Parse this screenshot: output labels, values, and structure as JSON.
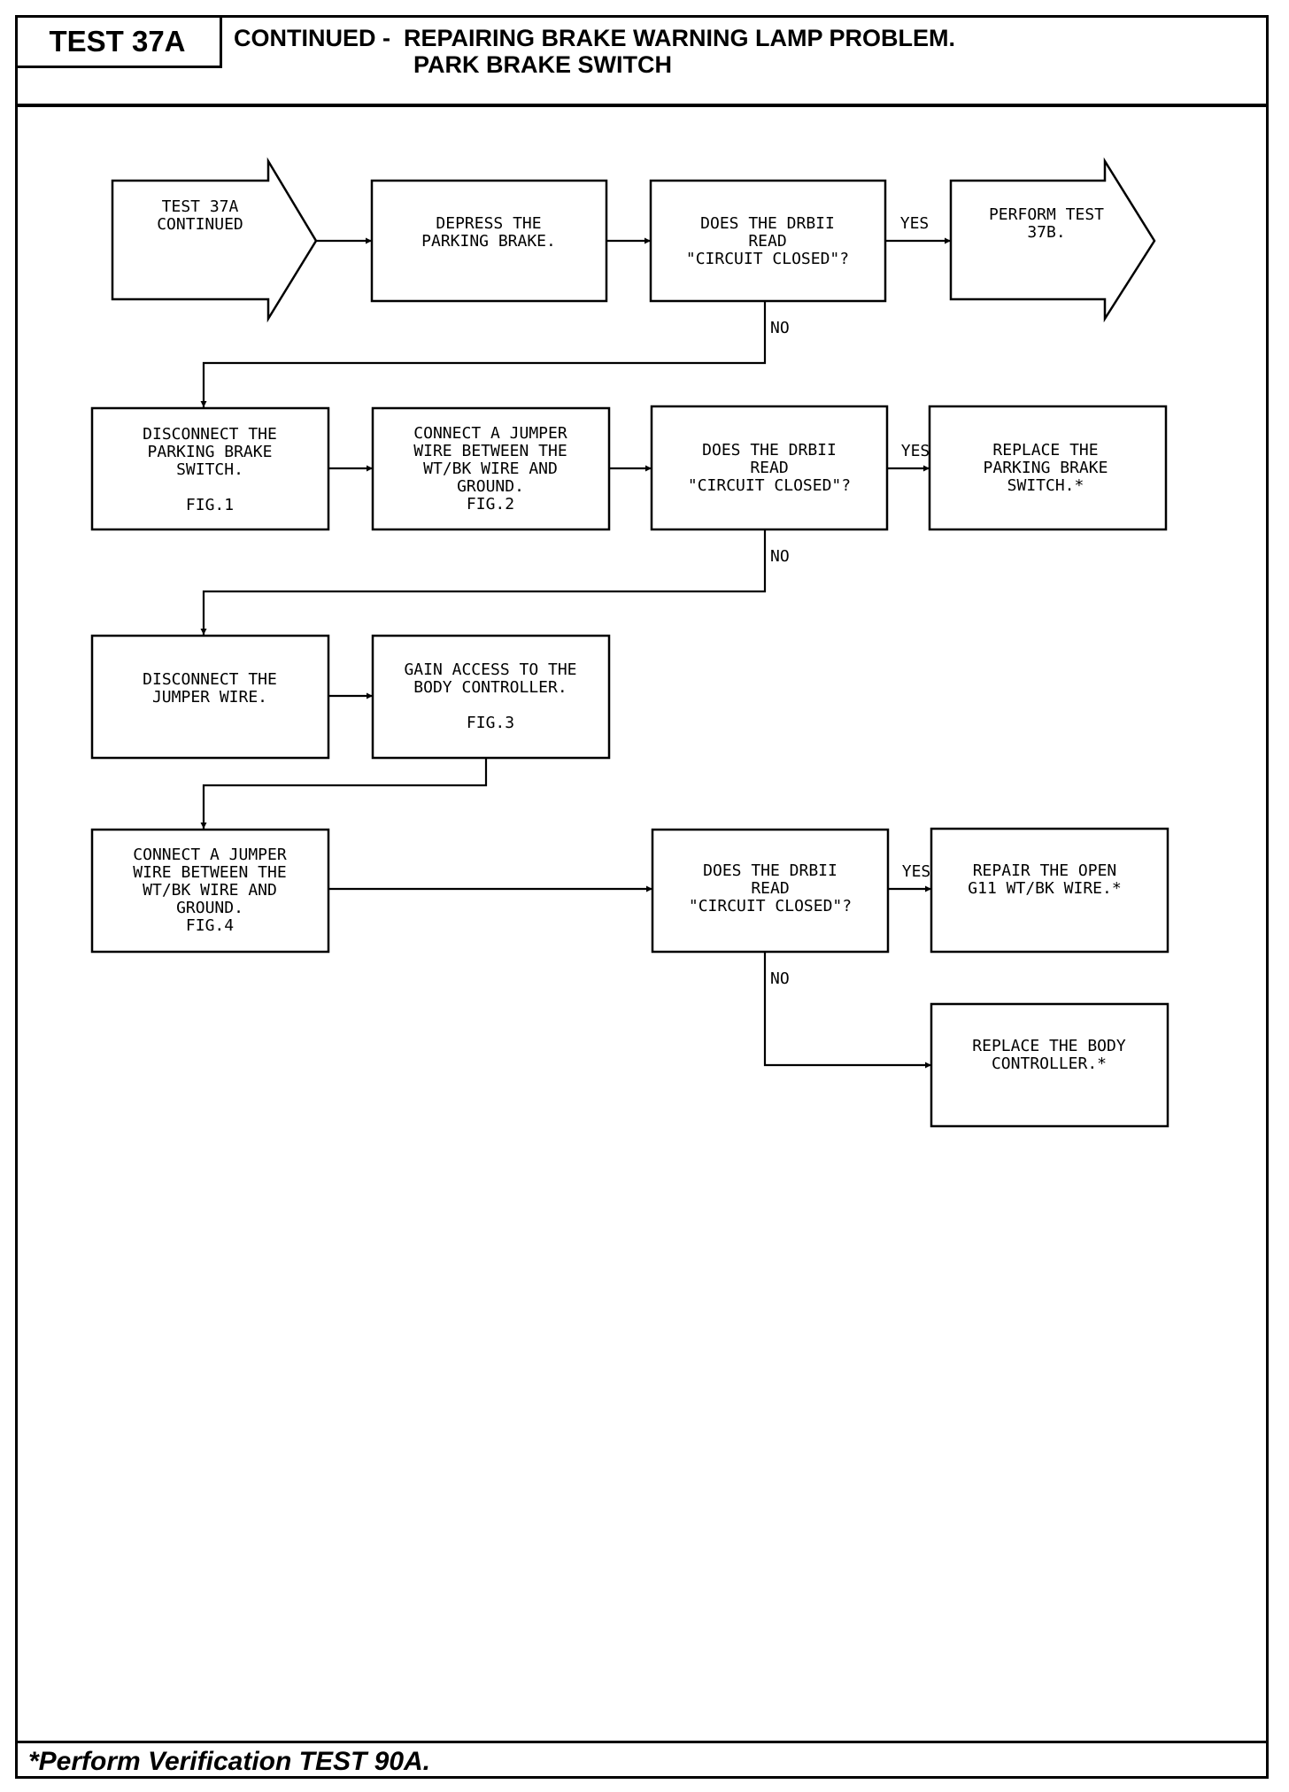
{
  "header": {
    "test_label": "TEST 37A",
    "title_line1": "CONTINUED -  REPAIRING BRAKE WARNING LAMP PROBLEM.",
    "title_line2": "PARK BRAKE  SWITCH"
  },
  "flowchart": {
    "start": [
      "TEST 37A",
      "CONTINUED"
    ],
    "depress": [
      "DEPRESS THE",
      "PARKING BRAKE."
    ],
    "q1": [
      "DOES THE DRBII",
      "READ",
      "\"CIRCUIT CLOSED\"?"
    ],
    "perform37b": [
      "PERFORM TEST",
      "37B."
    ],
    "disconnect_switch": [
      "DISCONNECT THE",
      "PARKING BRAKE",
      "SWITCH.",
      "",
      "FIG.1"
    ],
    "jumper1": [
      "CONNECT A JUMPER",
      "WIRE BETWEEN THE",
      "WT/BK WIRE AND",
      "GROUND.",
      "FIG.2"
    ],
    "q2": [
      "DOES THE DRBII",
      "READ",
      "\"CIRCUIT CLOSED\"?"
    ],
    "replace_switch": [
      "REPLACE THE",
      "PARKING BRAKE",
      "SWITCH.*"
    ],
    "disconnect_jumper": [
      "DISCONNECT THE",
      "JUMPER WIRE."
    ],
    "gain_access": [
      "GAIN ACCESS TO THE",
      "BODY CONTROLLER.",
      "",
      "FIG.3"
    ],
    "jumper2": [
      "CONNECT A JUMPER",
      "WIRE BETWEEN THE",
      "WT/BK WIRE AND",
      "GROUND.",
      "FIG.4"
    ],
    "q3": [
      "DOES THE DRBII",
      "READ",
      "\"CIRCUIT CLOSED\"?"
    ],
    "repair_wire": [
      "REPAIR THE OPEN",
      "G11 WT/BK WIRE.*"
    ],
    "replace_controller": [
      "REPLACE THE BODY",
      "CONTROLLER.*"
    ],
    "yes_label": "YES",
    "no_label": "NO"
  },
  "footer": {
    "note": "*Perform Verification TEST 90A."
  }
}
